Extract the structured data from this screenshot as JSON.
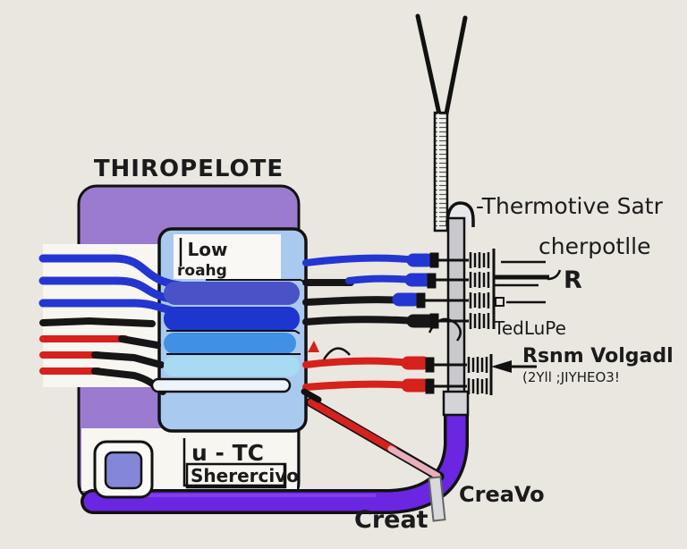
{
  "figure": {
    "kind": "thermopile-thermocouple-illustration",
    "title": "THIROPELOTE"
  },
  "labels": {
    "title": "THIROPELOTE",
    "box_line1": "Low",
    "box_line2": "roahg",
    "probe_label_line1": "-Thermotive Satr",
    "probe_label_line2": "cherpotlle",
    "r_label": "R",
    "terminal_label": "TedLuPe",
    "voltage_label_line1": "Rsnm Volgadl",
    "voltage_label_line2": "(2Yll ;JIYHEO3!",
    "device_label_line1": "u  - TC",
    "device_label_line2": "Sherercivo",
    "cable_label_right": "CreaVo",
    "cable_label_bottom": "Creat"
  },
  "colors": {
    "background": "#eae7e0",
    "device_body": "#9a7bd0",
    "heatsink_box": "#a9c9ef",
    "bar1": "#4a52c8",
    "bar2": "#1d36cf",
    "bar3": "#4090e5",
    "bar4": "#a8daf4",
    "white_pill": "#eef4fb",
    "panel_white": "#f8f6f1",
    "wire_blue": "#2336d2",
    "wire_red": "#d6211c",
    "wire_black": "#161616",
    "cable_purple": "#6a26e0",
    "cable_highlight": "#8a4af0",
    "bar_gray": "#c9c9cd",
    "tip_pink": "#e9aebc",
    "button_inner": "#8487d8",
    "ink": "#1b1b1b"
  }
}
